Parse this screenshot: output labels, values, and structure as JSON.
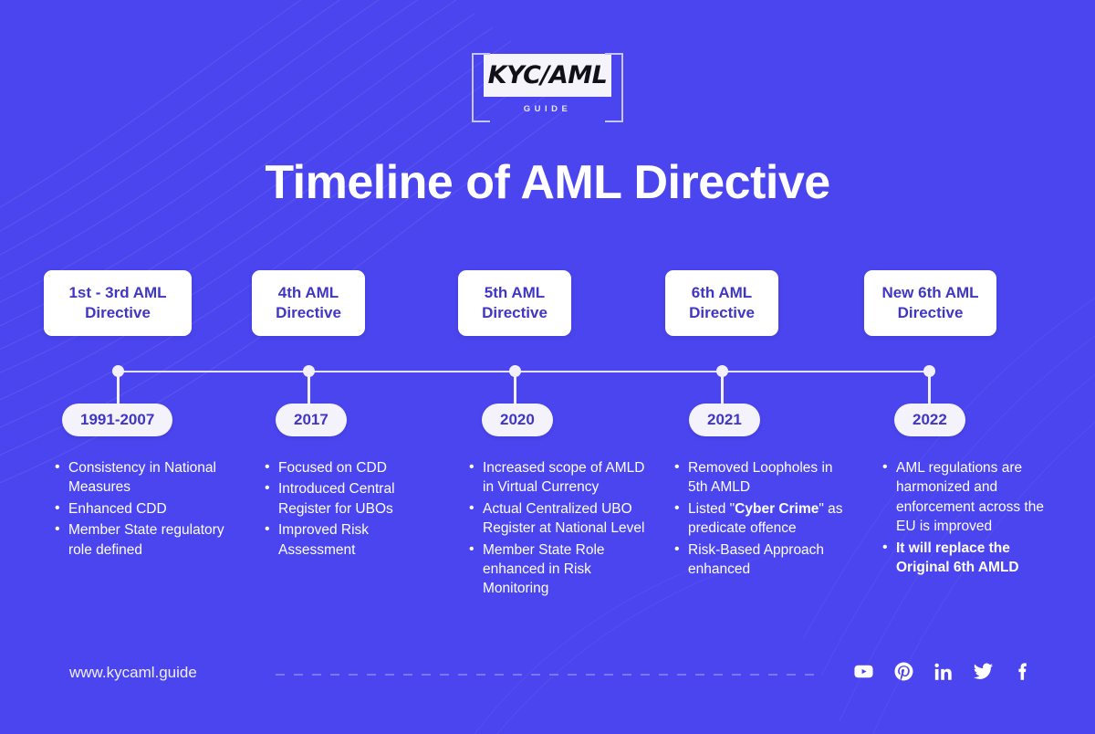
{
  "brand": {
    "logo_text": "KYC/AML",
    "logo_subtitle": "GUIDE"
  },
  "title": "Timeline of AML Directive",
  "colors": {
    "background": "#4a45ee",
    "card_bg": "#ffffff",
    "card_text": "#4036c4",
    "pill_bg": "#f4f3fc",
    "body_text": "#ffffff",
    "axis": "#e4e3f6",
    "dash": "#7b76f2"
  },
  "timeline": [
    {
      "card_label": "1st - 3rd AML Directive",
      "year": "1991-2007",
      "bullets": [
        {
          "text": "Consistency in National Measures"
        },
        {
          "text": "Enhanced CDD"
        },
        {
          "text": "Member State regulatory role defined"
        }
      ]
    },
    {
      "card_label": "4th AML Directive",
      "year": "2017",
      "bullets": [
        {
          "text": "Focused on CDD"
        },
        {
          "text": "Introduced Central Register for UBOs"
        },
        {
          "text": "Improved Risk Assessment"
        }
      ]
    },
    {
      "card_label": "5th AML Directive",
      "year": "2020",
      "bullets": [
        {
          "text": "Increased scope of AMLD in Virtual Currency"
        },
        {
          "text": "Actual Centralized UBO Register at National Level"
        },
        {
          "text": "Member State Role enhanced in Risk Monitoring"
        }
      ]
    },
    {
      "card_label": "6th AML Directive",
      "year": "2021",
      "bullets": [
        {
          "text": "Removed Loopholes in 5th AMLD"
        },
        {
          "html": "Listed \"<b>Cyber Crime</b>\" as predicate offence"
        },
        {
          "text": "Risk-Based Approach enhanced"
        }
      ]
    },
    {
      "card_label": "New 6th AML Directive",
      "year": "2022",
      "bullets": [
        {
          "text": "AML regulations are harmonized and enforcement across the EU is improved"
        },
        {
          "html": "<b>It will replace the Original 6th AMLD</b>"
        }
      ]
    }
  ],
  "footer": {
    "website": "www.kycaml.guide",
    "socials": [
      {
        "name": "youtube-icon"
      },
      {
        "name": "pinterest-icon"
      },
      {
        "name": "linkedin-icon"
      },
      {
        "name": "twitter-icon"
      },
      {
        "name": "facebook-icon"
      }
    ]
  }
}
